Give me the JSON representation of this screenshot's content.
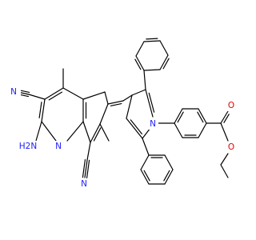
{
  "atoms": {
    "n_nitrile_top": "N",
    "n_amine": "H2N",
    "n_pyridine": "N",
    "n_nitrile_bottom": "N",
    "n_pyrrole": "N",
    "o_carbonyl": "O",
    "o_ester": "O"
  },
  "colors": {
    "carbon": "#000000",
    "nitrogen": "#1d1dff",
    "oxygen": "#e60000",
    "stereo_highlight": "#e6a000"
  }
}
